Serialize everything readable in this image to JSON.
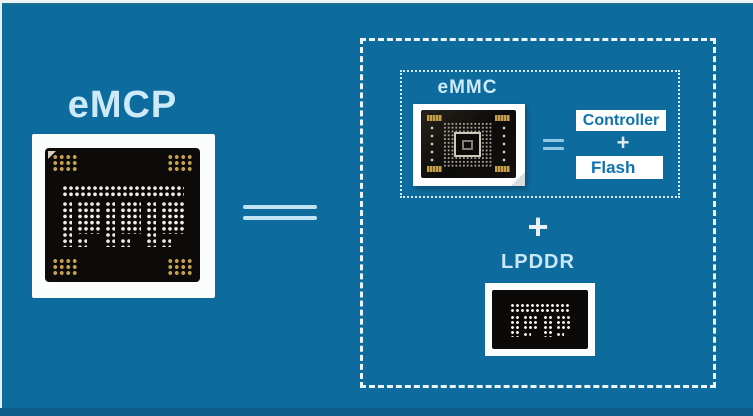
{
  "diagram": {
    "title": "eMCP",
    "equation": {
      "emmc_label": "eMMC",
      "controller_label": "Controller",
      "plus_inner": "+",
      "flash_label": "Flash",
      "plus_outer": "+",
      "lpddr_label": "LPDDR"
    },
    "colors": {
      "background": "#0e6b9e",
      "bottom_strip": "#0c5c88",
      "light_label_text": "#cdeaf8",
      "box_text_blue": "#0e72ad",
      "box_background": "#ffffff",
      "dashed_border": "#f8fdff",
      "gold_pads": "#c6a04a",
      "chip_body": "#0d0b09"
    }
  }
}
